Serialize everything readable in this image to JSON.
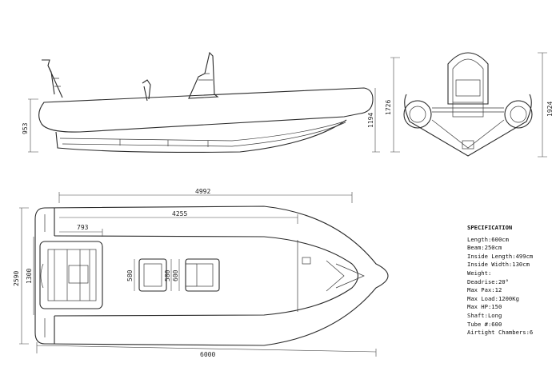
{
  "dimensions": {
    "side_height": "953",
    "side_draft": "1194",
    "front_height_inner": "1726",
    "front_height_outer": "1924",
    "overall_width": "2590",
    "inner_width": "1300",
    "inside_length": "4992",
    "deck_length": "4255",
    "transom_offset": "793",
    "seat_width": "580",
    "seat_depth_a": "580",
    "seat_depth_b": "600",
    "overall_length": "6000"
  },
  "specification": {
    "title": "SPECIFICATION",
    "lines": [
      "Length:600cm",
      "Beam:250cm",
      "Inside Length:499cm",
      "Inside Width:130cm",
      "Weight:",
      "Deadrise:20°",
      "Max Pax:12",
      "Max Load:1200Kg",
      "Max HP:150",
      "Shaft:Long",
      "Tube #:600",
      "Airtight Chambers:6"
    ]
  }
}
